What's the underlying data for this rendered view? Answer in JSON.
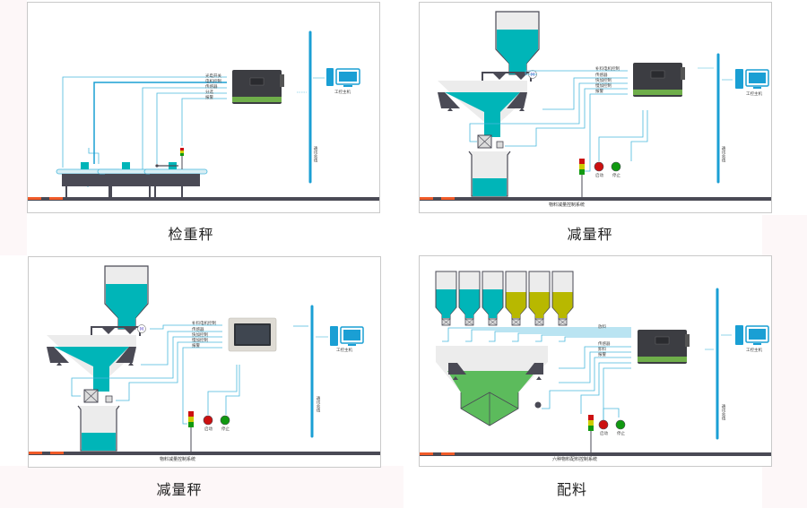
{
  "colors": {
    "teal": "#00b5b8",
    "bus_blue": "#1a9fd4",
    "wire_blue": "#4ab9dd",
    "dark_gray": "#4a4a55",
    "light_gray": "#ececec",
    "green_fill": "#5cbb5c",
    "olive_fill": "#b8b800",
    "red_light": "#cc1111",
    "yellow_light": "#cccc00",
    "green_light": "#119911",
    "orange_accent": "#f05a28"
  },
  "panels": [
    {
      "id": "checkweigher",
      "caption": "检重秤",
      "signals": [
        "光电开关",
        "电机控制",
        "传感器",
        "分选",
        "报警"
      ],
      "pc_label": "工控主机",
      "bus_label": "通讯总线",
      "system_name": ""
    },
    {
      "id": "loss-in-weight-plc",
      "caption": "减量秤",
      "signals": [
        "补料电机控制",
        "传感器",
        "快加控制",
        "慢加控制",
        "报警"
      ],
      "buttons": [
        "启动",
        "停止"
      ],
      "pc_label": "工控主机",
      "bus_label": "通讯总线",
      "system_name": "物料减量控制系统",
      "motor_label": "M"
    },
    {
      "id": "loss-in-weight-hmi",
      "caption": "减量秤",
      "signals": [
        "补料电机控制",
        "传感器",
        "快加控制",
        "慢加控制",
        "报警"
      ],
      "buttons": [
        "启动",
        "停止"
      ],
      "pc_label": "工控主机",
      "bus_label": "通讯总线",
      "system_name": "物料减量控制系统",
      "motor_label": "M"
    },
    {
      "id": "batching",
      "caption": "配料",
      "signals": [
        "放料",
        "传感器",
        "卸料",
        "报警"
      ],
      "buttons": [
        "启动",
        "停止"
      ],
      "pc_label": "工控主机",
      "bus_label": "通讯总线",
      "system_name": "六种物料配料控制系统",
      "silo_fills": [
        "teal",
        "teal",
        "teal",
        "olive",
        "olive",
        "olive"
      ]
    }
  ]
}
